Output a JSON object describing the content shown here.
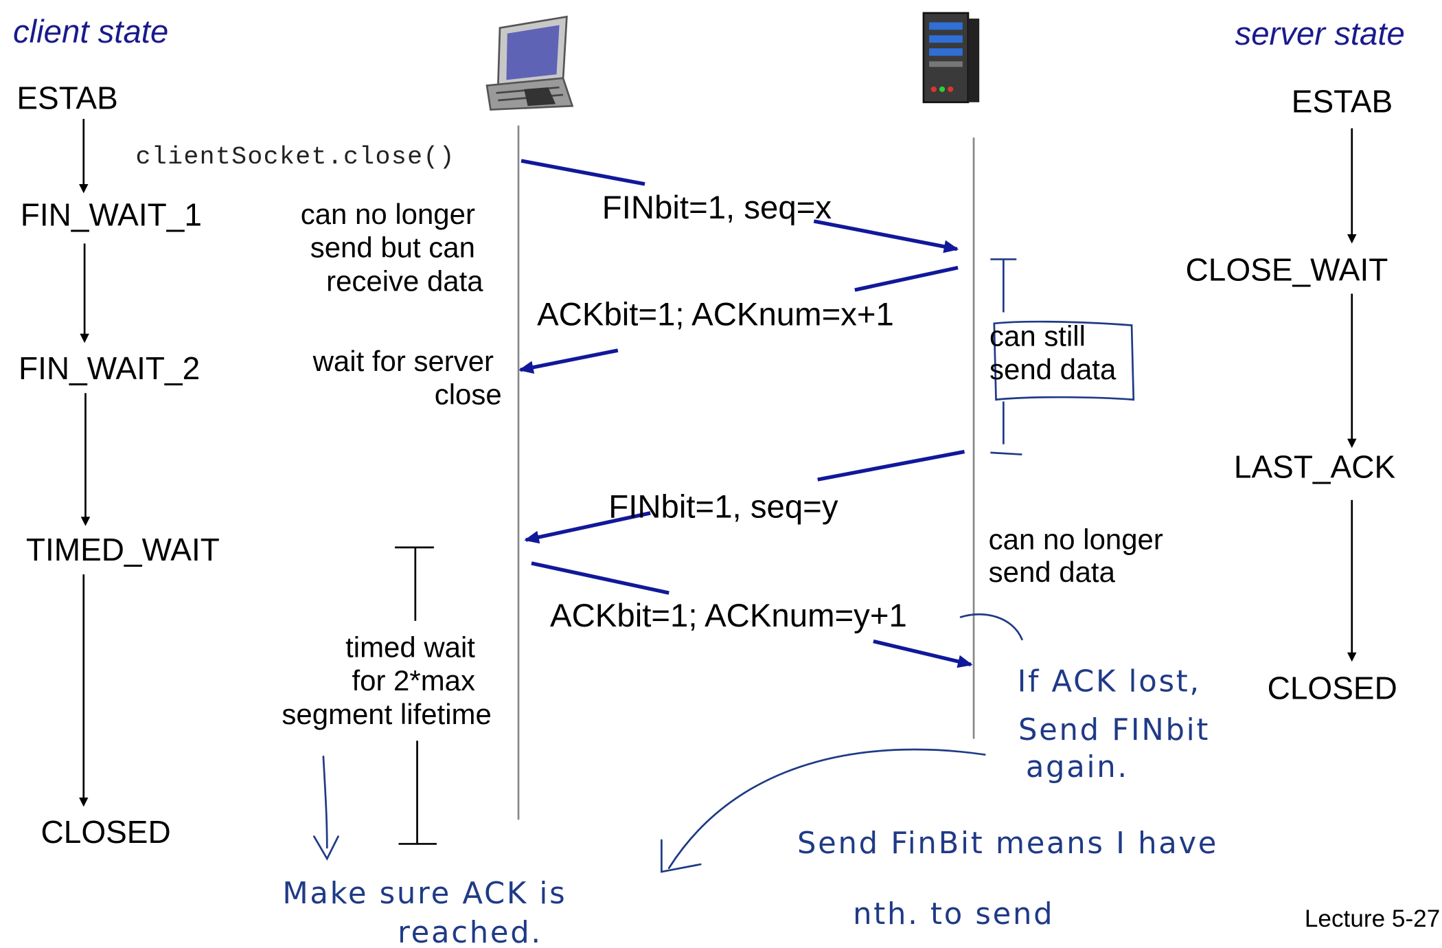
{
  "colors": {
    "accent": "#11189a",
    "handwriting": "#1f3a86",
    "text": "#000000",
    "timeline": "#888888"
  },
  "icons": {
    "client": "desktop-computer-icon",
    "server": "server-tower-icon"
  },
  "headers": {
    "client": "client state",
    "server": "server state"
  },
  "client_states": [
    "ESTAB",
    "FIN_WAIT_1",
    "FIN_WAIT_2",
    "TIMED_WAIT",
    "CLOSED"
  ],
  "server_states": [
    "ESTAB",
    "CLOSE_WAIT",
    "LAST_ACK",
    "CLOSED"
  ],
  "client_call": "clientSocket.close()",
  "messages": {
    "fin_client": "FINbit=1, seq=x",
    "ack_server": "ACKbit=1; ACKnum=x+1",
    "fin_server": "FINbit=1, seq=y",
    "ack_client": "ACKbit=1; ACKnum=y+1"
  },
  "notes": {
    "client_fin_wait_1": [
      "can no longer",
      "send but can",
      "receive data"
    ],
    "client_fin_wait_2": [
      "wait for server",
      "close"
    ],
    "server_can_still": [
      "can still",
      "send data"
    ],
    "server_no_longer": [
      "can no longer",
      "send data"
    ],
    "timed_wait": [
      "timed wait",
      "for 2*max",
      "segment lifetime"
    ]
  },
  "handwritten": {
    "ack_lost": [
      "If ACK lost,",
      "Send FINbit",
      "again."
    ],
    "make_sure": [
      "Make sure ACK is",
      "reached."
    ],
    "send_finbit": [
      "Send FinBit means I have",
      "nth. to send"
    ]
  },
  "footer": "Lecture 5-27"
}
